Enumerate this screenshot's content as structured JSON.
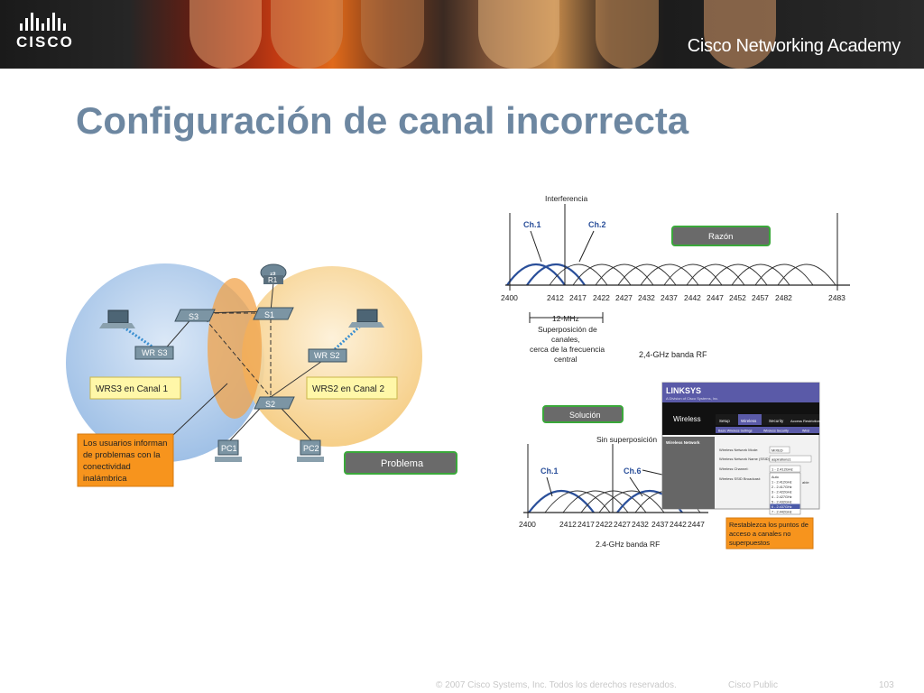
{
  "header": {
    "logo_text": "CISCO",
    "academy_text": "Cisco Networking Academy"
  },
  "slide": {
    "title": "Configuración de canal incorrecta"
  },
  "network": {
    "router": "R1",
    "switch_s1": "S1",
    "switch_s2": "S2",
    "switch_s3": "S3",
    "wrs3": "WR S3",
    "wrs2": "WR S2",
    "pc1": "PC1",
    "pc2": "PC2",
    "label_wrs3": "WRS3 en Canal 1",
    "label_wrs2": "WRS2 en Canal 2",
    "note_line1": "Los usuarios informan",
    "note_line2": "de problemas con la",
    "note_line3": "conectividad",
    "note_line4": "inalámbrica",
    "problema": "Problema"
  },
  "chart_top": {
    "interferencia": "Interferencia",
    "ch1": "Ch.1",
    "ch2": "Ch.2",
    "razon": "Razón",
    "ticks": [
      "2400",
      "2412",
      "2417",
      "2422",
      "2427",
      "2432",
      "2437",
      "2442",
      "2447",
      "2452",
      "2457",
      "2482",
      "2483"
    ],
    "overlap_l1": "12-MHz",
    "overlap_l2": "Superposición de",
    "overlap_l3": "canales,",
    "overlap_l4": "cerca de la frecuencia",
    "overlap_l5": "central",
    "band": "2,4-GHz banda RF"
  },
  "chart_bottom": {
    "solucion": "Solución",
    "sin_superposicion": "Sin superposición",
    "ch1": "Ch.1",
    "ch6": "Ch.6",
    "ticks": [
      "2400",
      "2412",
      "2417",
      "2422",
      "2427",
      "2432",
      "2437",
      "2442",
      "2447"
    ],
    "band": "2.4-GHz banda RF",
    "note_line1": "Restablezca los puntos de",
    "note_line2": "acceso a canales no",
    "note_line3": "superpuestos"
  },
  "linksys": {
    "brand": "LINKSYS",
    "sub": "A Division of Cisco Systems, Inc.",
    "section": "Wireless",
    "tabs": [
      "Setup",
      "Wireless",
      "Security",
      "Access Restrictions"
    ],
    "subtabs": [
      "Basic Wireless Settings",
      "Wireless Security",
      "Wirel"
    ],
    "panel_title": "Wireless Network",
    "rows": [
      "Wireless Network Mode:",
      "Wireless Network Name (SSID):",
      "Wireless Channel:",
      "Wireless SSID Broadcast:"
    ],
    "mode_value": "MIXED",
    "ssid_value": "aspirations1",
    "channel_value": "1 - 2.412GHz",
    "options": [
      "Auto",
      "1 - 2.412GHz",
      "2 - 2.417GHz",
      "3 - 2.422GHz",
      "4 - 2.427GHz",
      "5 - 2.432GHz",
      "6 - 2.437GHz",
      "7 - 2.442GHz"
    ]
  },
  "footer": {
    "copyright": "© 2007 Cisco Systems, Inc. Todos los derechos reservados.",
    "public": "Cisco Public",
    "page": "103"
  }
}
